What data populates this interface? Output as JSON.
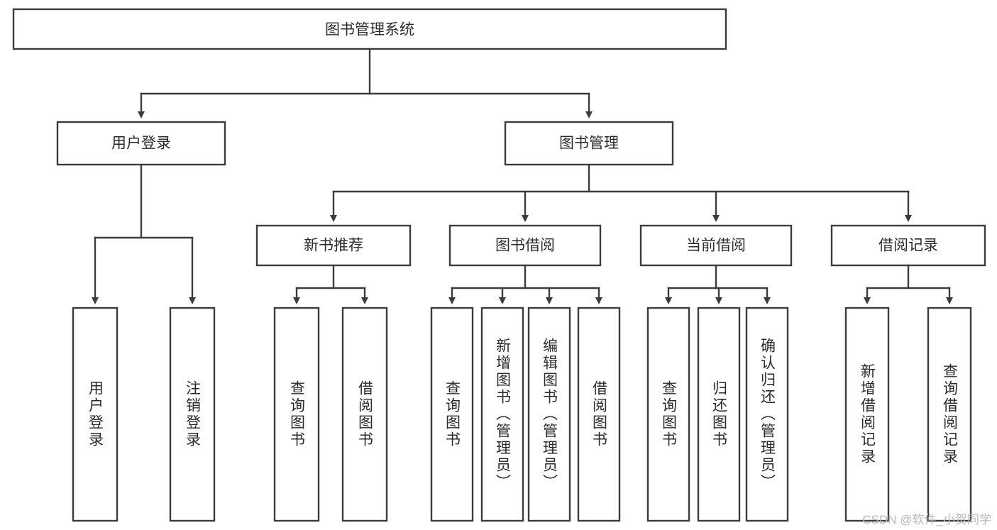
{
  "diagram": {
    "title": "图书管理系统",
    "type": "tree",
    "watermark": "CSDN @软件_小贺同学",
    "colors": {
      "stroke": "#3c3c3c",
      "box_fill": "#ffffff",
      "text": "#2b2b2b",
      "background": "#ffffff",
      "watermark": "#b9b9b9"
    },
    "root": {
      "label": "图书管理系统"
    },
    "level2": [
      {
        "label": "用户登录"
      },
      {
        "label": "图书管理"
      }
    ],
    "level3": [
      {
        "label": "新书推荐"
      },
      {
        "label": "图书借阅"
      },
      {
        "label": "当前借阅"
      },
      {
        "label": "借阅记录"
      }
    ],
    "leaves": {
      "user_login": [
        {
          "label": "用户登录"
        },
        {
          "label": "注销登录"
        }
      ],
      "new_book_recommend": [
        {
          "label": "查询图书"
        },
        {
          "label": "借阅图书"
        }
      ],
      "book_borrow": [
        {
          "label": "查询图书"
        },
        {
          "label": "新增图书（管理员）"
        },
        {
          "label": "编辑图书（管理员）"
        },
        {
          "label": "借阅图书"
        }
      ],
      "current_borrow": [
        {
          "label": "查询图书"
        },
        {
          "label": "归还图书"
        },
        {
          "label": "确认归还（管理员）"
        }
      ],
      "borrow_record": [
        {
          "label": "新增借阅记录"
        },
        {
          "label": "查询借阅记录"
        }
      ]
    }
  }
}
